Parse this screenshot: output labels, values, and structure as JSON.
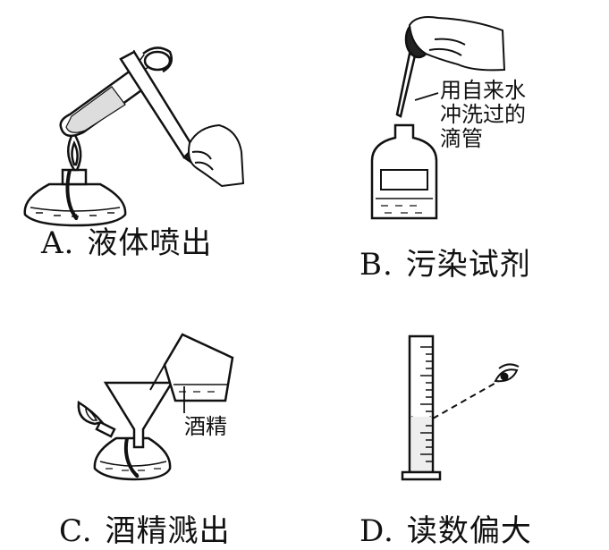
{
  "panels": [
    {
      "letter": "A.",
      "caption": "液体喷出"
    },
    {
      "letter": "B.",
      "caption": "污染试剂"
    },
    {
      "letter": "C.",
      "caption": "酒精溅出"
    },
    {
      "letter": "D.",
      "caption": "读数偏大"
    }
  ],
  "labels": {
    "dropper_line1": "用自来水",
    "dropper_line2": "冲洗过的",
    "dropper_line3": "滴管",
    "alcohol": "酒精"
  }
}
